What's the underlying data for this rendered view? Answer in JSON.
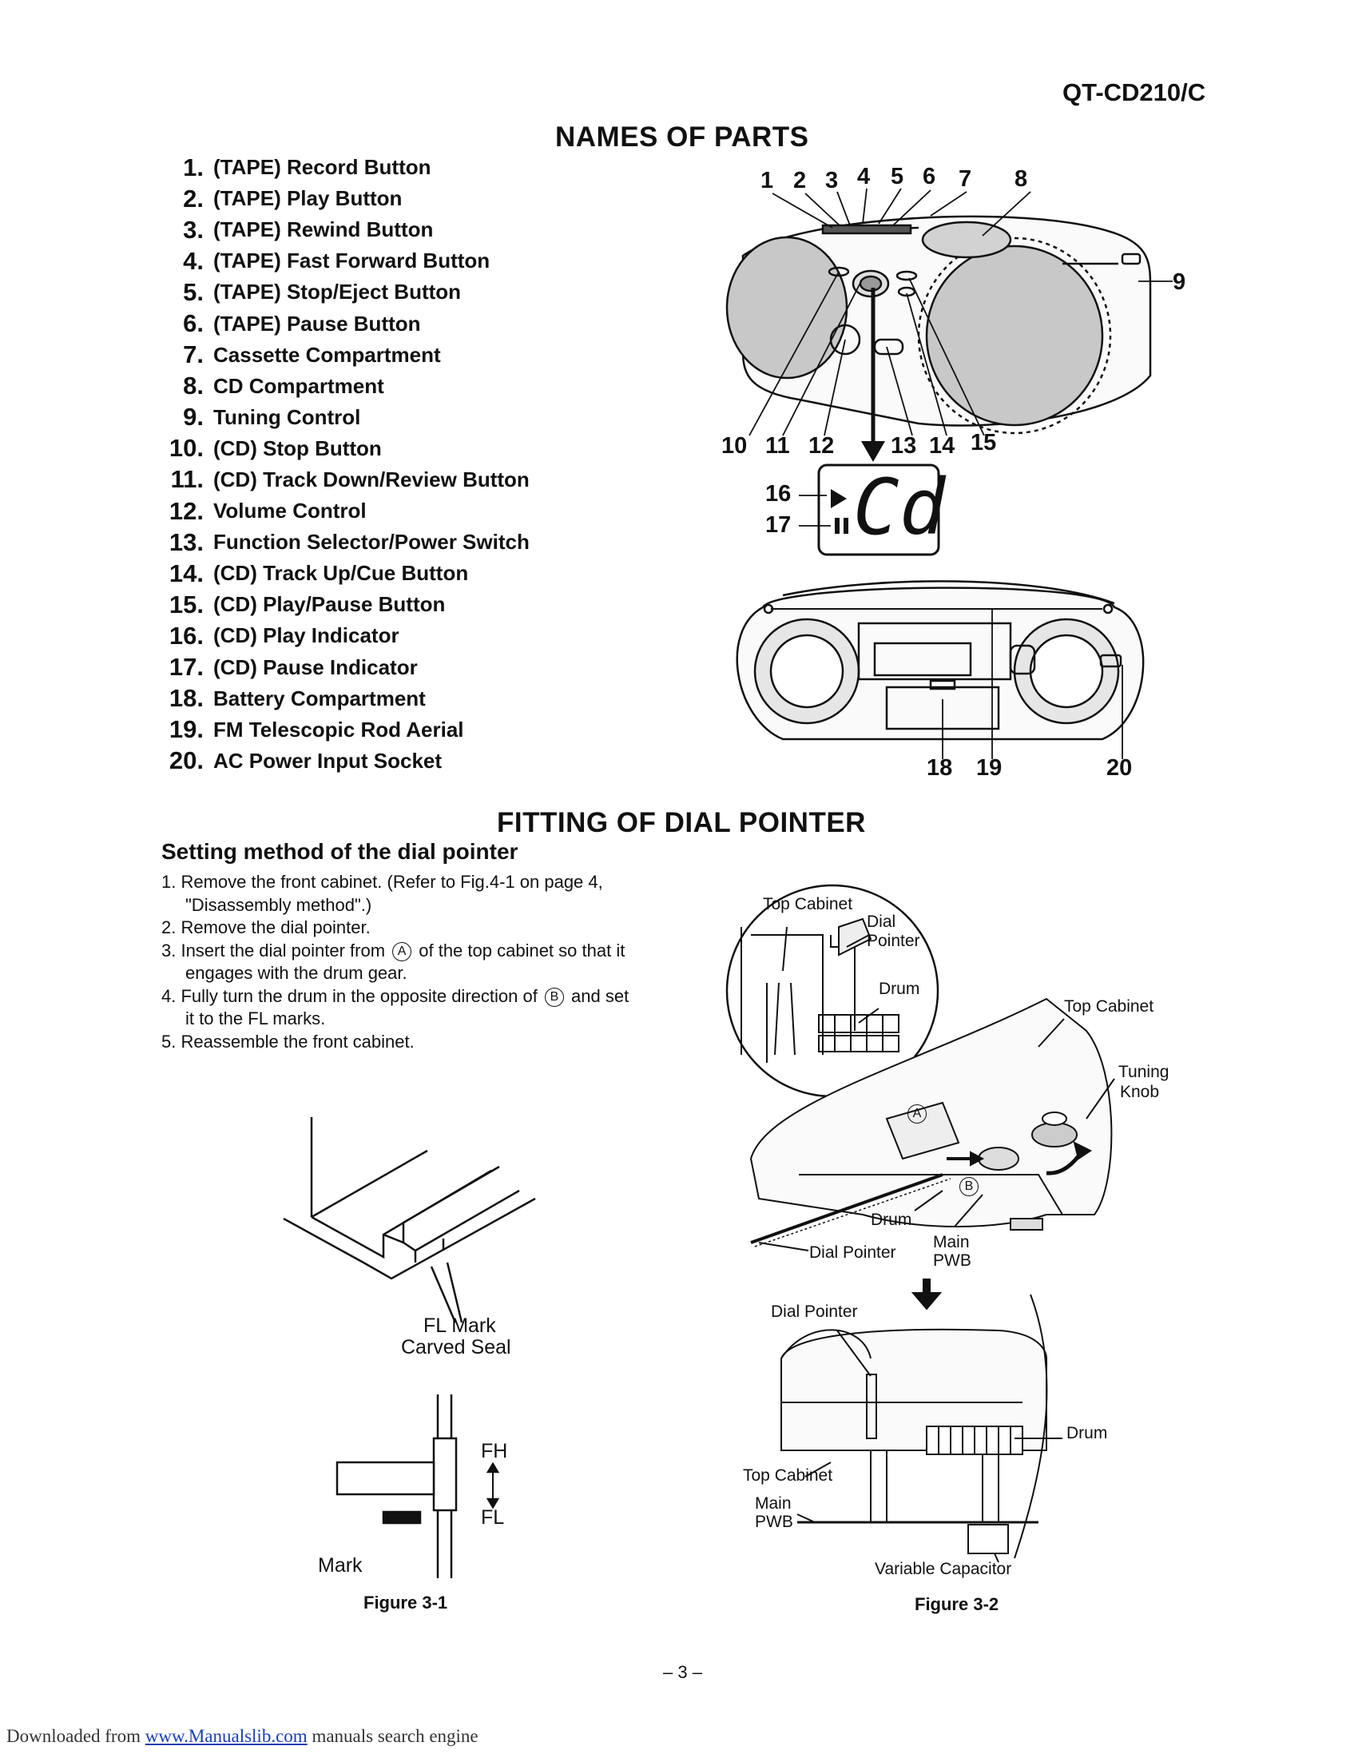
{
  "header": {
    "model": "QT-CD210/C"
  },
  "names_of_parts": {
    "title": "NAMES OF PARTS",
    "items": [
      {
        "num": "1.",
        "label": "(TAPE) Record Button"
      },
      {
        "num": "2.",
        "label": "(TAPE) Play Button"
      },
      {
        "num": "3.",
        "label": "(TAPE) Rewind Button"
      },
      {
        "num": "4.",
        "label": "(TAPE) Fast Forward Button"
      },
      {
        "num": "5.",
        "label": "(TAPE) Stop/Eject Button"
      },
      {
        "num": "6.",
        "label": "(TAPE) Pause Button"
      },
      {
        "num": "7.",
        "label": "Cassette Compartment"
      },
      {
        "num": "8.",
        "label": "CD Compartment"
      },
      {
        "num": "9.",
        "label": "Tuning Control"
      },
      {
        "num": "10.",
        "label": "(CD) Stop Button"
      },
      {
        "num": "11.",
        "label": "(CD) Track Down/Review Button"
      },
      {
        "num": "12.",
        "label": "Volume Control"
      },
      {
        "num": "13.",
        "label": "Function Selector/Power Switch"
      },
      {
        "num": "14.",
        "label": "(CD) Track Up/Cue Button"
      },
      {
        "num": "15.",
        "label": "(CD) Play/Pause Button"
      },
      {
        "num": "16.",
        "label": "(CD) Play Indicator"
      },
      {
        "num": "17.",
        "label": "(CD) Pause Indicator"
      },
      {
        "num": "18.",
        "label": "Battery Compartment"
      },
      {
        "num": "19.",
        "label": "FM Telescopic Rod Aerial"
      },
      {
        "num": "20.",
        "label": "AC Power Input Socket"
      }
    ],
    "callouts_top": [
      "1",
      "2",
      "3",
      "4",
      "5",
      "6",
      "7",
      "8"
    ],
    "callout_9": "9",
    "callouts_bottom": [
      "10",
      "11",
      "12",
      "13",
      "14",
      "15"
    ],
    "callout_16": "16",
    "callout_17": "17",
    "display_text": "Cd",
    "callouts_rear": [
      "18",
      "19",
      "20"
    ]
  },
  "fitting": {
    "title": "FITTING OF DIAL POINTER",
    "subtitle": "Setting method of the dial pointer",
    "steps": [
      {
        "text": "1. Remove the front cabinet. (Refer to Fig.4-1 on page 4,",
        "cont": "\"Disassembly method\".)"
      },
      {
        "text": "2. Remove the dial pointer.",
        "cont": ""
      },
      {
        "pre": "3. Insert the dial pointer from ",
        "mark": "A",
        "post": " of the top cabinet so that it",
        "cont": "engages with the drum gear."
      },
      {
        "pre": "4. Fully turn the drum in the opposite direction of ",
        "mark": "B",
        "post": " and set",
        "cont": "it to the FL marks."
      },
      {
        "text": "5. Reassemble the front cabinet.",
        "cont": ""
      }
    ]
  },
  "figure_3_1": {
    "caption": "Figure 3-1",
    "fl_mark": "FL Mark",
    "carved_seal": "Carved Seal",
    "fh": "FH",
    "fl": "FL",
    "mark": "Mark"
  },
  "figure_3_2": {
    "caption": "Figure 3-2",
    "top_cabinet_inset": "Top Cabinet",
    "dial_inset_1": "Dial",
    "dial_inset_2": "Pointer",
    "drum_inset": "Drum",
    "top_cabinet": "Top Cabinet",
    "tuning_1": "Tuning",
    "tuning_2": "Knob",
    "mark_a": "A",
    "mark_b": "B",
    "drum": "Drum",
    "main_1": "Main",
    "main_2": "PWB",
    "dial_pointer": "Dial Pointer",
    "dial_pointer_2": "Dial Pointer",
    "drum_2": "Drum",
    "top_cabinet_2": "Top Cabinet",
    "main2_1": "Main",
    "main2_2": "PWB",
    "variable_capacitor": "Variable Capacitor"
  },
  "page_number": "– 3 –",
  "footer": {
    "prefix": "Downloaded from ",
    "link": "www.Manualslib.com",
    "suffix": " manuals search engine"
  }
}
